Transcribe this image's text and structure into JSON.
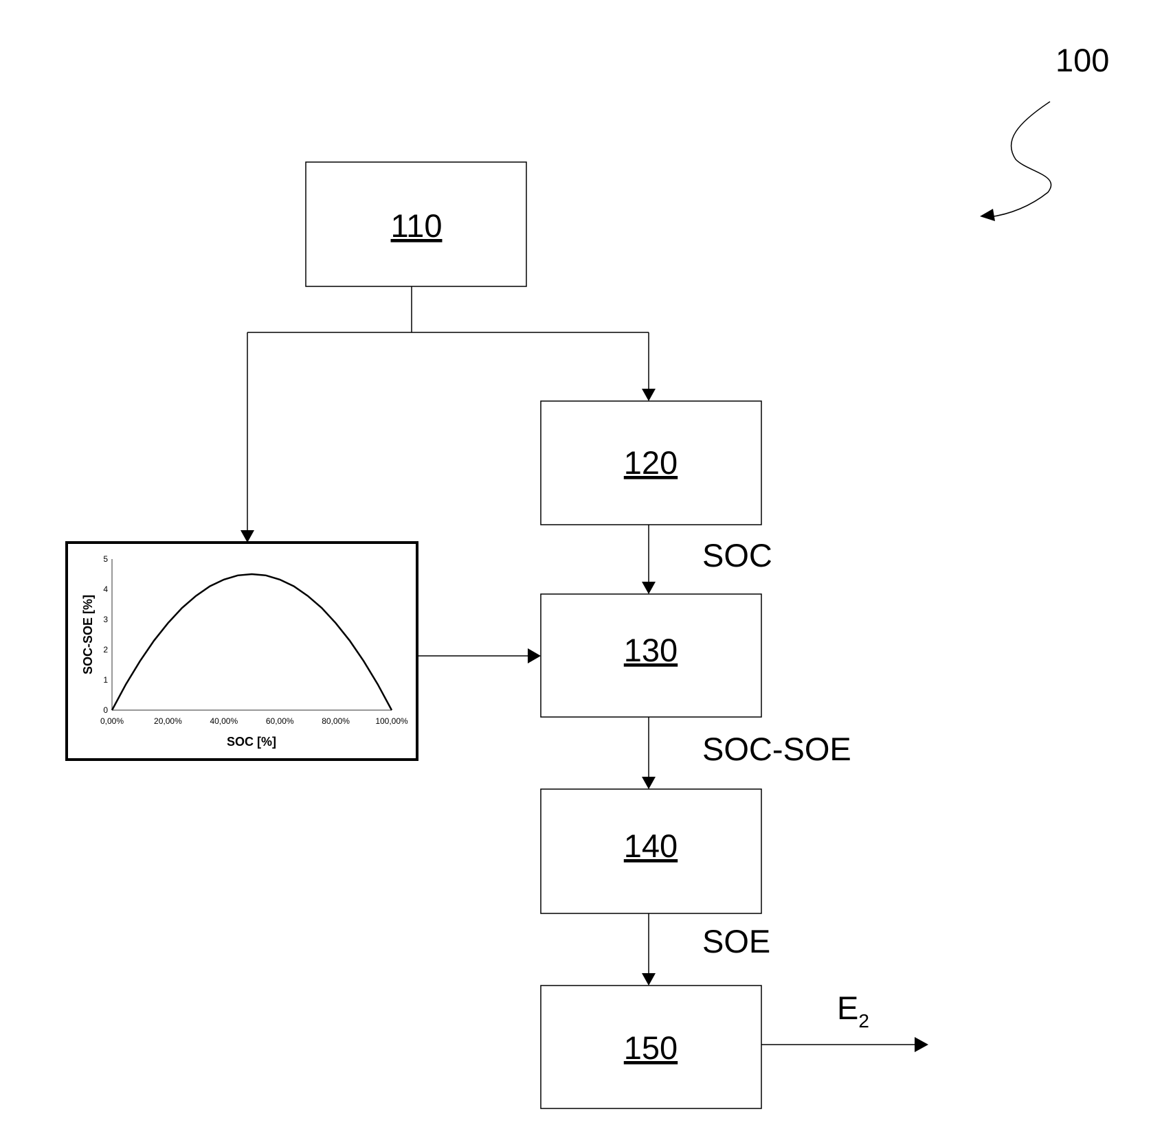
{
  "figure_ref": "100",
  "blocks": [
    {
      "id": "110"
    },
    {
      "id": "120"
    },
    {
      "id": "130"
    },
    {
      "id": "140"
    },
    {
      "id": "150"
    }
  ],
  "signals": {
    "soc": "SOC",
    "soc_soe": "SOC-SOE",
    "soe": "SOE",
    "output_main": "E",
    "output_sub": "2"
  },
  "chart_data": {
    "type": "line",
    "xlabel": "SOC [%]",
    "ylabel": "SOC-SOE [%]",
    "x_ticks": [
      "0,00%",
      "20,00%",
      "40,00%",
      "60,00%",
      "80,00%",
      "100,00%"
    ],
    "y_ticks": [
      "0",
      "1",
      "2",
      "3",
      "4",
      "5"
    ],
    "xlim": [
      0,
      100
    ],
    "ylim": [
      0,
      5
    ],
    "grid": false,
    "series": [
      {
        "name": "SOC-SOE",
        "x": [
          0,
          5,
          10,
          15,
          20,
          25,
          30,
          35,
          40,
          45,
          50,
          55,
          60,
          65,
          70,
          75,
          80,
          85,
          90,
          95,
          100
        ],
        "y": [
          0,
          0.86,
          1.62,
          2.3,
          2.88,
          3.38,
          3.78,
          4.1,
          4.32,
          4.46,
          4.5,
          4.46,
          4.32,
          4.1,
          3.78,
          3.38,
          2.88,
          2.3,
          1.62,
          0.86,
          0
        ]
      }
    ]
  }
}
